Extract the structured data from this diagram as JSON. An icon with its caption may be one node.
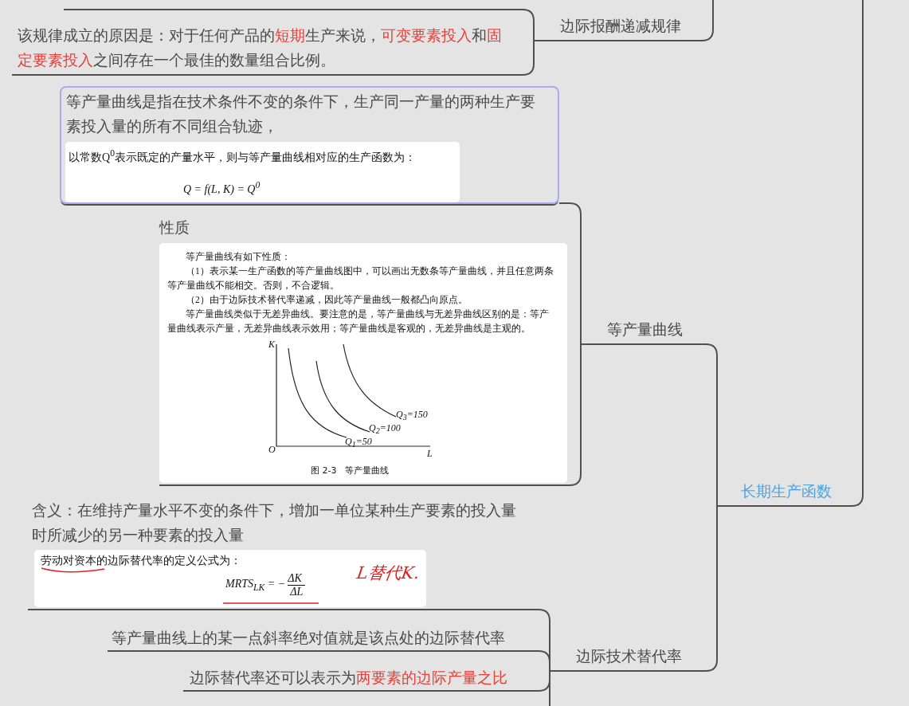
{
  "diagram": {
    "nodes": [
      {
        "text": [
          "长期生产函数"
        ]
      },
      {
        "text": [
          "边际报酬递减规律"
        ]
      },
      {
        "text": [
          "该规律成立的原因是：对于任何产品的**短期**生产来说，**可变要素投入**和**固定要素投入**之间存在一个最佳的数量组合比例。"
        ]
      },
      {
        "text": [
          "等产量曲线"
        ]
      },
      {
        "text": [
          "等产量曲线是指在技术条件不变的条件下，生产同一产量的两种生产要素投入量的所有不同组合轨迹，",
          "以常数Q$^{0}$表示既定的产量水平，则与等产量曲线相对应的生产函数为：",
          "Q = f(L, K) = Q$^{0}$"
        ]
      },
      {
        "text": [
          "性质",
          "等产量曲线有如下性质：",
          "（1）表示某一生产函数的等产量曲线图中，可以画出无数条等产量曲线，并且任意两条等产量曲线不能相交。否则，不合逻辑。",
          "（2）由于边际技术替代率递减，因此等产量曲线一般都凸向原点。",
          "等产量曲线类似于无差异曲线。要注意的是，等产量曲线与无差异曲线区别的是：等产量曲线表示产量，无差异曲线表示效用；等产量曲线是客观的，无差异曲线是主观的。"
        ]
      },
      {
        "text": [
          "边际技术替代率"
        ]
      },
      {
        "text": [
          "含义：在维持产量水平不变的条件下，增加一单位某种生产要素的投入量时所减少的另一种要素的投入量",
          "劳动对资本的边际替代率的定义公式为：",
          "MRTS$_{LK}$ = −",
          "ΔK",
          "ΔL"
        ]
      },
      {
        "text": [
          "等产量曲线上的某一点斜率绝对值就是该点处的边际替代率"
        ]
      },
      {
        "text": [
          "边际替代率还可以表示为**两要素的边际产量之比**"
        ]
      }
    ],
    "edges": [
      {
        "from": null,
        "to": 0,
        "arrow": "none"
      },
      {
        "from": null,
        "to": 1,
        "arrow": "none"
      },
      {
        "from": 1,
        "to": null,
        "arrow": "none"
      },
      {
        "from": 1,
        "to": 2,
        "arrow": "none"
      },
      {
        "from": 0,
        "to": 3,
        "arrow": "none"
      },
      {
        "from": 0,
        "to": 6,
        "arrow": "none"
      },
      {
        "from": 3,
        "to": 4,
        "arrow": "none"
      },
      {
        "from": 3,
        "to": 5,
        "arrow": "none"
      },
      {
        "from": 6,
        "to": 7,
        "arrow": "none"
      },
      {
        "from": 6,
        "to": 8,
        "arrow": "none"
      },
      {
        "from": 6,
        "to": 9,
        "arrow": "none"
      },
      {
        "from": 6,
        "to": null,
        "arrow": "none"
      }
    ],
    "labels": [
      "K",
      "Q$_{3}$=150",
      "Q$_{2}$=100",
      "Q$_{1}$=50",
      "O",
      "L",
      "图 2-3　等产量曲线",
      "L替代K."
    ]
  }
}
